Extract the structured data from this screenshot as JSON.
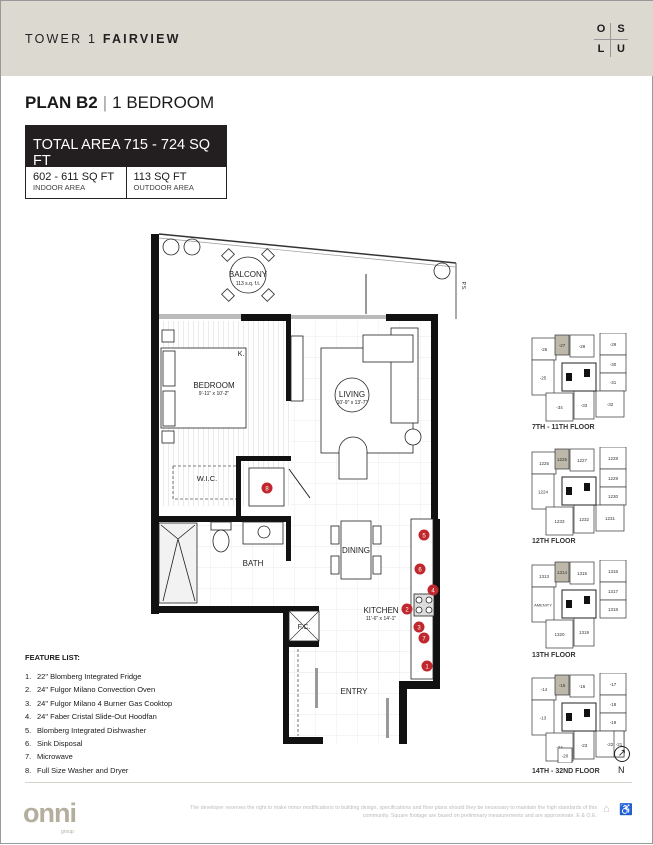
{
  "header": {
    "tower_prefix": "TOWER 1",
    "tower_name": "FAIRVIEW",
    "logo_letters": [
      "O",
      "S",
      "L",
      "U"
    ]
  },
  "plan": {
    "name": "PLAN B2",
    "type": "1 BEDROOM"
  },
  "area": {
    "total": "TOTAL AREA 715 - 724 SQ FT",
    "indoor_value": "602 - 611 SQ FT",
    "indoor_label": "INDOOR AREA",
    "outdoor_value": "113 SQ FT",
    "outdoor_label": "OUTDOOR AREA"
  },
  "rooms": {
    "balcony": "BALCONY",
    "balcony_size": "113 s.q. f.t.",
    "bedroom": "BEDROOM",
    "bedroom_size": "9'-11\" x 10'-2\"",
    "bed_size": "K.",
    "living": "LIVING",
    "living_size": "10'-9\" x 13'-7\"",
    "wic": "W.I.C.",
    "bath": "BATH",
    "dining": "DINING",
    "kitchen": "KITCHEN",
    "kitchen_size": "11'-6\" x 14'-1\"",
    "fc": "F.C.",
    "entry": "ENTRY",
    "ps": "P.S."
  },
  "markers": [
    "1",
    "2",
    "3",
    "4",
    "5",
    "6",
    "7",
    "8"
  ],
  "marker_color": "#c0282d",
  "feature_list": {
    "title": "FEATURE LIST:",
    "items": [
      {
        "n": "1.",
        "t": "22\" Blomberg Integrated Fridge"
      },
      {
        "n": "2.",
        "t": "24\" Fulgor Milano Convection Oven"
      },
      {
        "n": "3.",
        "t": "24\" Fulgor Milano 4 Burner Gas Cooktop"
      },
      {
        "n": "4.",
        "t": "24\" Faber Cristal Slide-Out Hoodfan"
      },
      {
        "n": "5.",
        "t": "Blomberg Integrated Dishwasher"
      },
      {
        "n": "6.",
        "t": "Sink Disposal"
      },
      {
        "n": "7.",
        "t": "Microwave"
      },
      {
        "n": "8.",
        "t": "Full Size Washer and Dryer"
      }
    ]
  },
  "key_plans": [
    {
      "label": "7TH - 11TH FLOOR",
      "units": [
        "-26",
        "-27",
        "-28",
        "-29",
        "-25",
        "-30",
        "-31",
        "-34",
        "-33",
        "-32"
      ]
    },
    {
      "label": "12TH FLOOR",
      "units": [
        "1225",
        "1226",
        "1227",
        "1228",
        "1224",
        "1229",
        "1230",
        "1233",
        "1232",
        "1231"
      ]
    },
    {
      "label": "13TH FLOOR",
      "units": [
        "1313",
        "1314",
        "1315",
        "1316",
        "AMENITY",
        "1317",
        "1318",
        "1320",
        "1319"
      ]
    },
    {
      "label": "14TH - 32ND FLOOR",
      "units": [
        "-14",
        "-15",
        "-16",
        "-17",
        "-13",
        "-18",
        "-19",
        "-24",
        "-23",
        "-22",
        "-21",
        "-20"
      ]
    }
  ],
  "highlight_color": "#bdb8aa",
  "north": {
    "label": "N",
    "icon": "north-arrow-icon"
  },
  "footer": {
    "brand": "onni",
    "brand_sub": "group",
    "disclaimer": "The developer reserves the right to make minor modifications to building design, specifications and floor plans should they be necessary to maintain the high standards of this community. Square footage are based on preliminary measurements and are approximate. E & O.E.",
    "icons": [
      "equal-housing-icon",
      "accessibility-icon"
    ]
  }
}
